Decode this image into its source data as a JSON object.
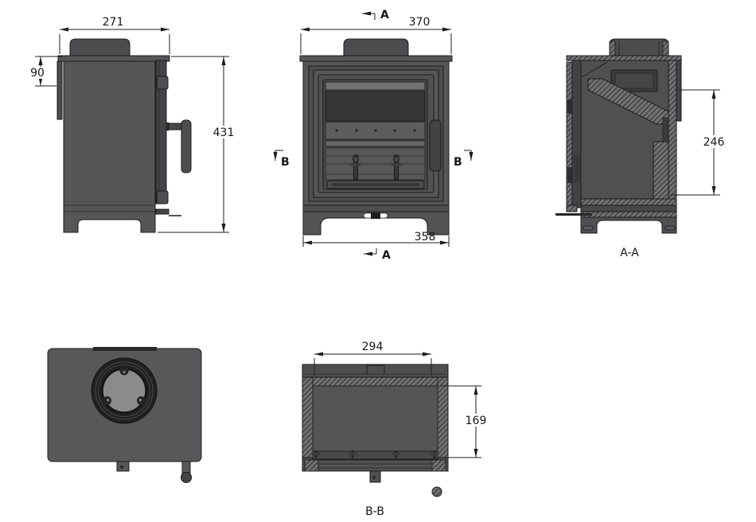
{
  "colors": {
    "background": "#ffffff",
    "line": "#1c1c1e",
    "body_gray": "#565658",
    "dark_gray": "#454547",
    "glass_gray": "#363638"
  },
  "views": {
    "side": {
      "dims": {
        "depth": "271",
        "flue_offset": "90",
        "height": "431"
      }
    },
    "front": {
      "dims": {
        "width_top": "370",
        "width_base": "358"
      },
      "markers": {
        "a_top": "A",
        "a_bottom": "A",
        "b_left": "B",
        "b_right": "B"
      }
    },
    "section_aa": {
      "label": "A-A",
      "dims": {
        "firebox_height": "246"
      }
    },
    "section_bb": {
      "label": "B-B",
      "dims": {
        "firebox_width": "294",
        "firebox_depth": "169"
      }
    }
  }
}
